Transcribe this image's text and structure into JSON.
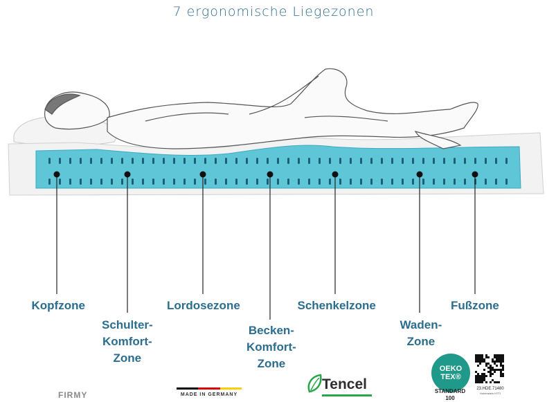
{
  "title": "7 ergonomische Liegezonen",
  "zones": [
    {
      "label": "Kopfzone"
    },
    {
      "label": "Schulter-\nKomfort-\nZone"
    },
    {
      "label": "Lordosezone"
    },
    {
      "label": "Becken-\nKomfort-\nZone"
    },
    {
      "label": "Schenkelzone"
    },
    {
      "label": "Waden-\nZone"
    },
    {
      "label": "Fußzone"
    }
  ],
  "colors": {
    "foam": "#5fc6d8",
    "foam_dark": "#2e8fa8",
    "label": "#2b6d8e",
    "oeko": "#1f9a8a"
  },
  "footer": {
    "firmy": "FIRMY",
    "made_in_germany": "MADE IN GERMANY",
    "tencel": "Tencel",
    "oeko_line1": "OEKO",
    "oeko_line2": "TEX®",
    "oeko_standard": "STANDARD\n100",
    "cert_code": "23.HDE.71480",
    "cert_institute": "Hohenstein HTTI"
  }
}
